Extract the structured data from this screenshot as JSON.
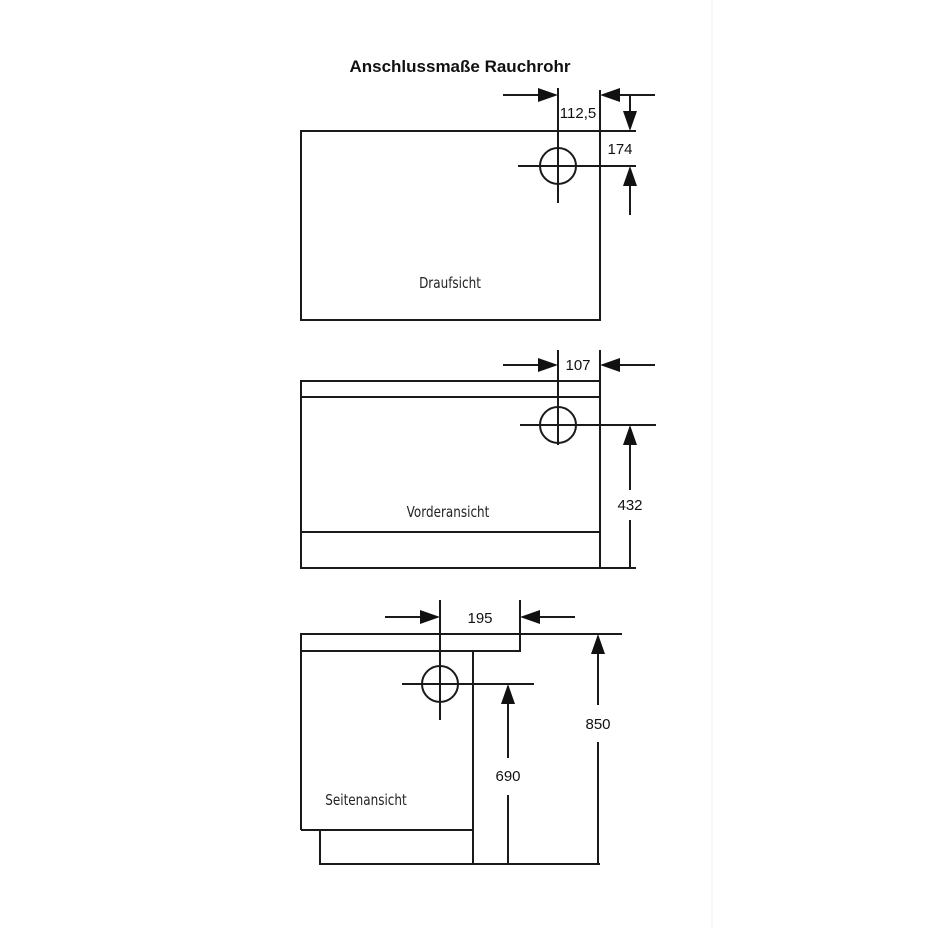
{
  "title": "Anschlussmaße Rauchrohr",
  "views": {
    "top": {
      "label": "Draufsicht",
      "dim_horizontal": "112,5",
      "dim_vertical": "174"
    },
    "front": {
      "label": "Vorderansicht",
      "dim_horizontal": "107",
      "dim_vertical": "432"
    },
    "side": {
      "label": "Seitenansicht",
      "dim_horizontal": "195",
      "dim_pipe_height": "690",
      "dim_total_height": "850"
    }
  }
}
